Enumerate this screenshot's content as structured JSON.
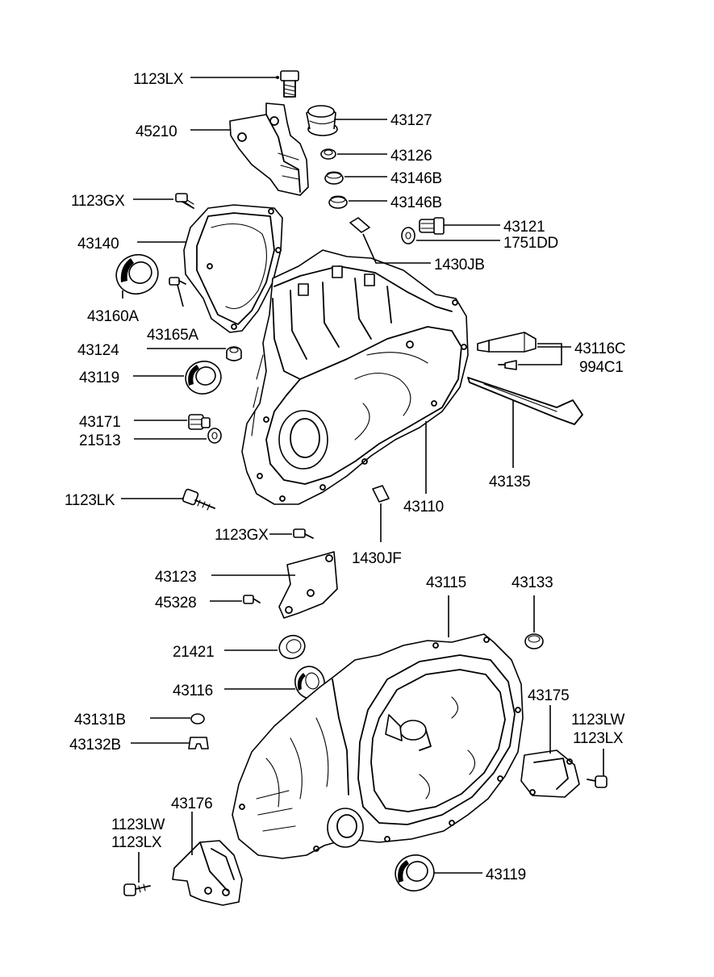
{
  "labels": {
    "p1123LX_top": "1123LX",
    "p45210": "45210",
    "p43127": "43127",
    "p43126": "43126",
    "p43146B_a": "43146B",
    "p43146B_b": "43146B",
    "p1123GX_top": "1123GX",
    "p43121": "43121",
    "p1751DD": "1751DD",
    "p43140": "43140",
    "p1430JB": "1430JB",
    "p43160A": "43160A",
    "p43165A": "43165A",
    "p43124": "43124",
    "p43116C": "43116C",
    "p994C1": "994C1",
    "p43119_top": "43119",
    "p43171": "43171",
    "p21513": "21513",
    "p43135": "43135",
    "p1123LK": "1123LK",
    "p43110": "43110",
    "p1123GX_mid": "1123GX",
    "p1430JF": "1430JF",
    "p43123": "43123",
    "p43115": "43115",
    "p43133": "43133",
    "p45328": "45328",
    "p21421": "21421",
    "p43116": "43116",
    "p43175": "43175",
    "p43131B": "43131B",
    "p1123LW_right": "1123LW",
    "p1123LX_right": "1123LX",
    "p43132B": "43132B",
    "p43176": "43176",
    "p1123LW_left": "1123LW",
    "p1123LX_left": "1123LX",
    "p43119_bottom": "43119"
  }
}
